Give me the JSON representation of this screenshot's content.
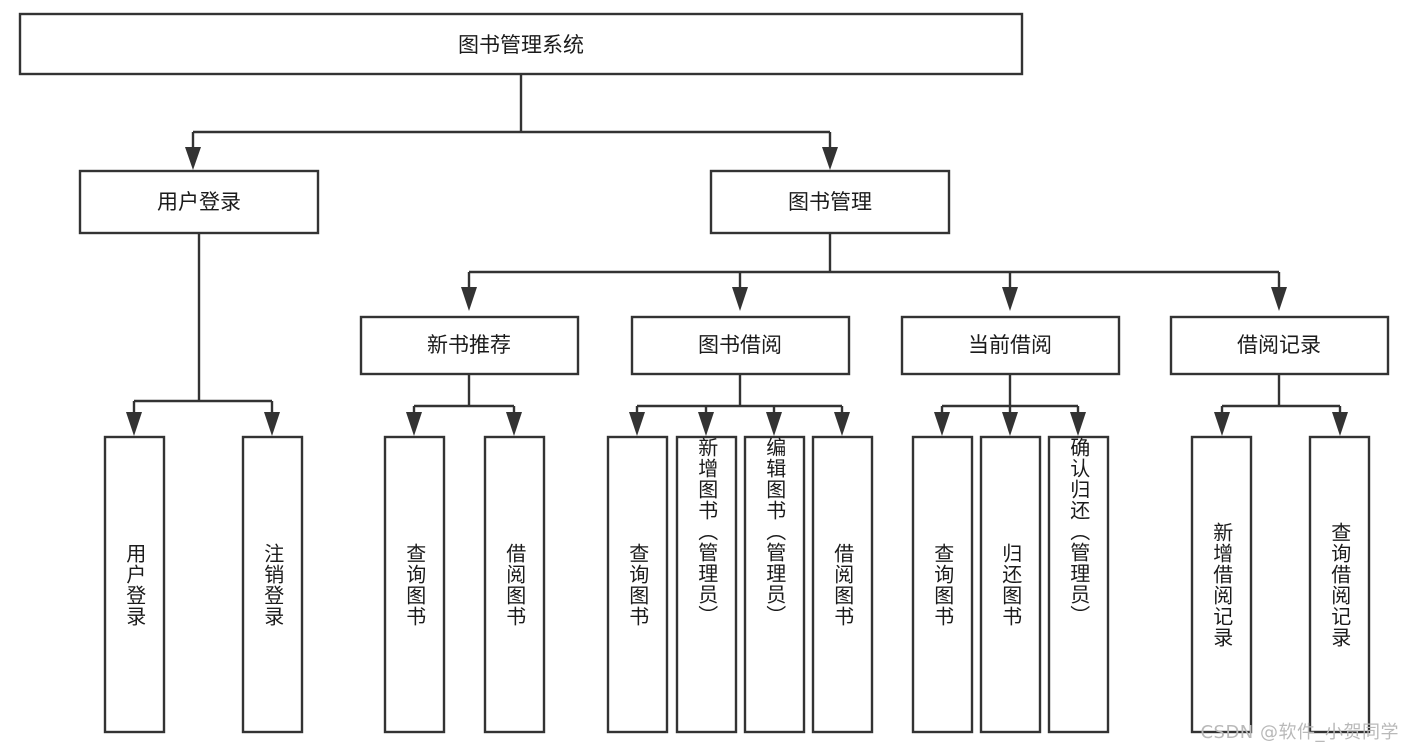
{
  "diagram": {
    "type": "tree-hierarchy-chart",
    "title": "图书管理系统",
    "orientation": "top-down",
    "colors": {
      "stroke": "#333333",
      "box_fill": "#ffffff",
      "text": "#1b1b1b",
      "background": "#ffffff",
      "watermark": "#b9b9b9"
    },
    "levels": {
      "root": "图书管理系统",
      "level2": [
        "用户登录",
        "图书管理"
      ],
      "level3": [
        "新书推荐",
        "图书借阅",
        "当前借阅",
        "借阅记录"
      ]
    },
    "root": {
      "label": "图书管理系统"
    },
    "branch_user": {
      "label": "用户登录"
    },
    "branch_book": {
      "label": "图书管理"
    },
    "modules": [
      {
        "label": "新书推荐"
      },
      {
        "label": "图书借阅"
      },
      {
        "label": "当前借阅"
      },
      {
        "label": "借阅记录"
      }
    ],
    "leaves": {
      "user_login": [
        {
          "label": "用户登录"
        },
        {
          "label": "注销登录"
        }
      ],
      "new_book": [
        {
          "label": "查询图书"
        },
        {
          "label": "借阅图书"
        }
      ],
      "book_borrow": [
        {
          "label": "查询图书"
        },
        {
          "label": "新增图书（管理员）"
        },
        {
          "label": "编辑图书（管理员）"
        },
        {
          "label": "借阅图书"
        }
      ],
      "current_borrow": [
        {
          "label": "查询图书"
        },
        {
          "label": "归还图书"
        },
        {
          "label": "确认归还（管理员）"
        }
      ],
      "borrow_record": [
        {
          "label": "新增借阅记录"
        },
        {
          "label": "查询借阅记录"
        }
      ]
    },
    "watermark": "CSDN @软件_小贺同学"
  }
}
